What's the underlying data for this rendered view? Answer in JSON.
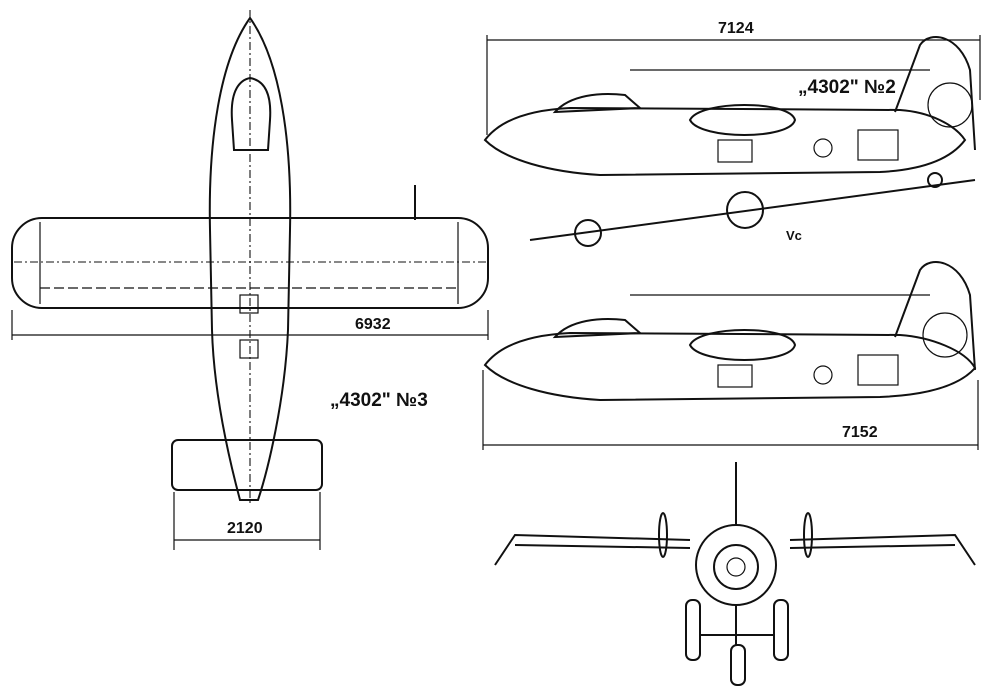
{
  "title": "Aircraft \"4302\" three-view drawing",
  "dimensions": {
    "side_top_length": "7124",
    "side_bottom_length": "7152",
    "wingspan": "6932",
    "tailplane_span": "2120"
  },
  "designations": {
    "variant_2": "„4302\" №2",
    "variant_3": "„4302\" №3"
  },
  "annotations": {
    "landing_speed_mark": "Vc"
  },
  "colors": {
    "ink": "#111111",
    "paper": "#ffffff"
  }
}
